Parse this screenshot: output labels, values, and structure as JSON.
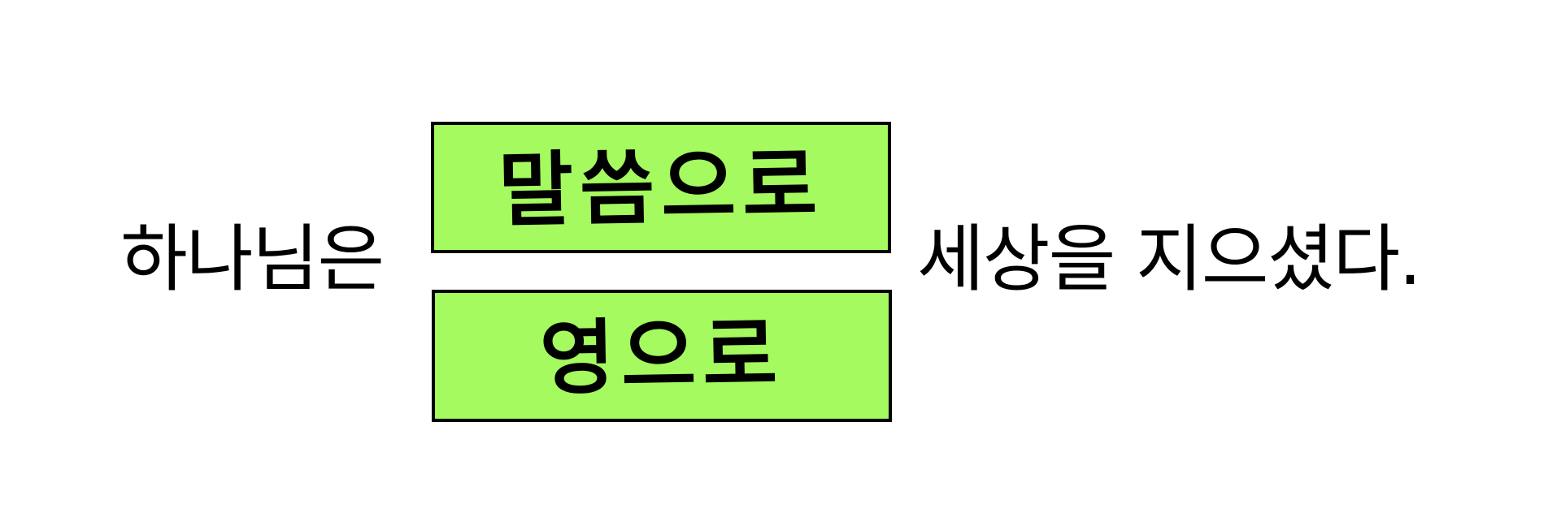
{
  "sentence": {
    "before": "하나님은",
    "after": "세상을 지으셨다."
  },
  "options": [
    {
      "label": "말씀으로",
      "fill_color": "#a4fa5e",
      "border_color": "#000000"
    },
    {
      "label": "영으로",
      "fill_color": "#a4fa5e",
      "border_color": "#000000"
    }
  ],
  "colors": {
    "background": "#ffffff",
    "text": "#000000",
    "option_fill": "#a4fa5e"
  }
}
